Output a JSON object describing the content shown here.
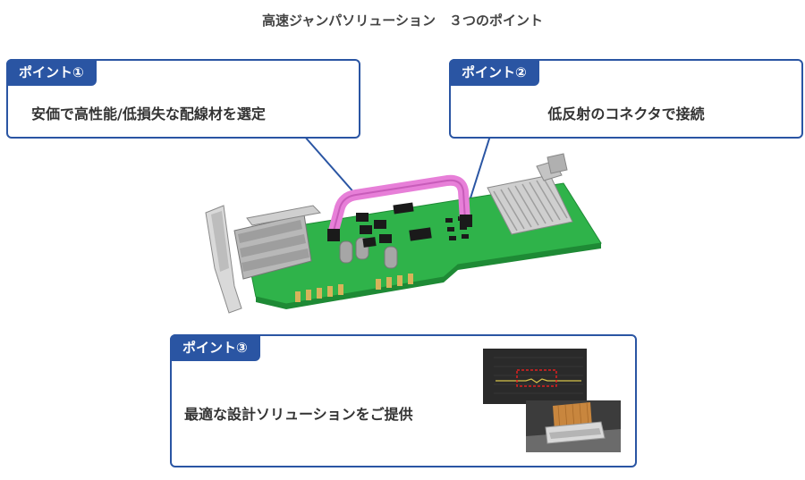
{
  "title": "高速ジャンパソリューション　３つのポイント",
  "points": [
    {
      "tag": "ポイント①",
      "text": "安価で高性能/低損失な配線材を選定"
    },
    {
      "tag": "ポイント②",
      "text": "低反射のコネクタで接続"
    },
    {
      "tag": "ポイント③",
      "text": "最適な設計ソリューションをご提供"
    }
  ],
  "colors": {
    "accent": "#2a55a3",
    "board": "#2fb34a",
    "cable": "#e77fd8"
  }
}
